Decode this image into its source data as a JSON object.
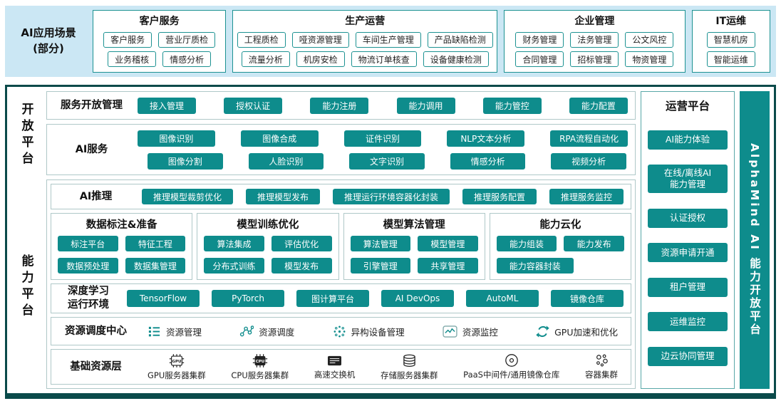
{
  "banner": {
    "label": "AI应用场景\n(部分)",
    "groups": [
      {
        "title": "客户服务",
        "rows": [
          [
            "客户服务",
            "营业厅质检"
          ],
          [
            "业务稽核",
            "情感分析"
          ]
        ]
      },
      {
        "title": "生产运营",
        "rows": [
          [
            "工程质检",
            "哑资源管理",
            "车间生产管理",
            "产品缺陷检测"
          ],
          [
            "流量分析",
            "机房安检",
            "物流订单核查",
            "设备健康检测"
          ]
        ]
      },
      {
        "title": "企业管理",
        "rows": [
          [
            "财务管理",
            "法务管理",
            "公文风控"
          ],
          [
            "合同管理",
            "招标管理",
            "物资管理"
          ]
        ]
      },
      {
        "title": "IT运维",
        "rows": [
          [
            "智慧机房"
          ],
          [
            "智能运维"
          ]
        ]
      }
    ]
  },
  "open_platform": {
    "label": "开放平台",
    "service_open_mgmt": {
      "title": "服务开放管理",
      "buttons": [
        "接入管理",
        "授权认证",
        "能力注册",
        "能力调用",
        "能力管控",
        "能力配置"
      ]
    },
    "ai_services": {
      "title": "AI服务",
      "rows": [
        [
          "图像识别",
          "图像合成",
          "证件识别",
          "NLP文本分析",
          "RPA流程自动化"
        ],
        [
          "图像分割",
          "人脸识别",
          "文字识别",
          "情感分析",
          "视频分析"
        ]
      ]
    }
  },
  "capability_platform": {
    "label": "能力平台",
    "ai_inference": {
      "title": "AI推理",
      "buttons": [
        "推理模型裁剪优化",
        "推理模型发布",
        "推理运行环境容器化封装",
        "推理服务配置",
        "推理服务监控"
      ]
    },
    "groups": [
      {
        "title": "数据标注&准备",
        "buttons": [
          "标注平台",
          "特征工程",
          "数据预处理",
          "数据集管理"
        ]
      },
      {
        "title": "模型训练优化",
        "buttons": [
          "算法集成",
          "评估优化",
          "分布式训练",
          "模型发布"
        ]
      },
      {
        "title": "模型算法管理",
        "buttons": [
          "算法管理",
          "模型管理",
          "引擎管理",
          "共享管理"
        ]
      },
      {
        "title": "能力云化",
        "buttons": [
          "能力组装",
          "能力发布",
          "能力容器封装"
        ]
      }
    ],
    "dl_runtime": {
      "title": "深度学习\n运行环境",
      "buttons": [
        "TensorFlow",
        "PyTorch",
        "图计算平台",
        "AI DevOps",
        "AutoML",
        "镜像仓库"
      ]
    },
    "resource_scheduling": {
      "title": "资源调度中心",
      "items": [
        {
          "icon": "resource-list-icon",
          "label": "资源管理"
        },
        {
          "icon": "topology-icon",
          "label": "资源调度"
        },
        {
          "icon": "heterogeneous-devices-icon",
          "label": "异构设备管理"
        },
        {
          "icon": "monitor-chart-icon",
          "label": "资源监控"
        },
        {
          "icon": "gpu-accel-refresh-icon",
          "label": "GPU加速和优化"
        }
      ]
    },
    "base_resources": {
      "title": "基础资源层",
      "items": [
        {
          "icon": "gpu-chip-icon",
          "label": "GPU服务器集群"
        },
        {
          "icon": "cpu-chip-icon",
          "label": "CPU服务器集群"
        },
        {
          "icon": "switch-icon",
          "label": "高速交换机"
        },
        {
          "icon": "storage-icon",
          "label": "存储服务器集群"
        },
        {
          "icon": "disc-icon",
          "label": "PaaS中间件/通用镜像仓库"
        },
        {
          "icon": "container-cluster-icon",
          "label": "容器集群"
        }
      ]
    }
  },
  "ops_platform": {
    "title": "运营平台",
    "buttons": [
      "AI能力体验",
      "在线/离线AI\n能力管理",
      "认证授权",
      "资源申请开通",
      "租户管理",
      "运维监控",
      "边云协同管理"
    ]
  },
  "brand_bar": {
    "label": "AlphaMind AI 能力开放平台"
  },
  "colors": {
    "teal": "#0E8C8C",
    "dark_teal": "#0A4A4A",
    "banner_bg": "#CBE7F4"
  }
}
